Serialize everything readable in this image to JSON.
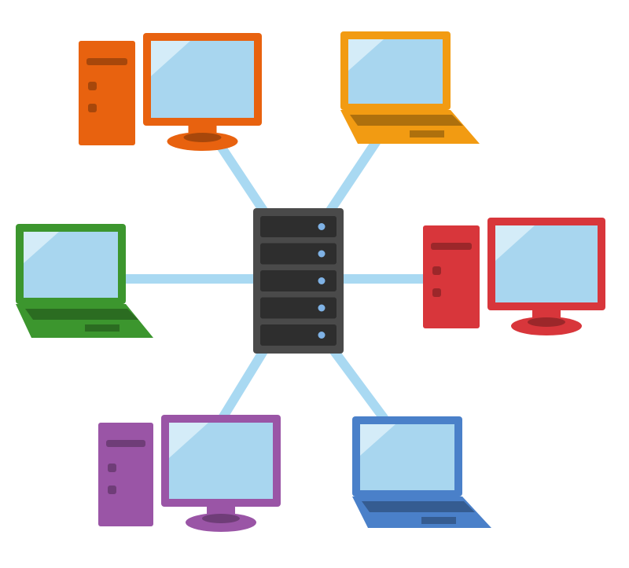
{
  "diagram": {
    "type": "star-network",
    "center": {
      "icon": "server-rack-icon",
      "color": "#4a4a4a",
      "slots": 5,
      "led_color": "#7fb2e5"
    },
    "link_color": "#a9d9f2",
    "screen_color": "#a8d6ef",
    "devices": [
      {
        "icon": "desktop-computer-icon",
        "position": "top-left",
        "color": "#e8620f"
      },
      {
        "icon": "laptop-icon",
        "position": "top-right",
        "color": "#f29b12"
      },
      {
        "icon": "laptop-icon",
        "position": "left",
        "color": "#3c962e"
      },
      {
        "icon": "desktop-computer-icon",
        "position": "right",
        "color": "#d8363b"
      },
      {
        "icon": "desktop-computer-icon",
        "position": "bottom-left",
        "color": "#9a55a6"
      },
      {
        "icon": "laptop-icon",
        "position": "bottom-right",
        "color": "#4a80c9"
      }
    ]
  }
}
